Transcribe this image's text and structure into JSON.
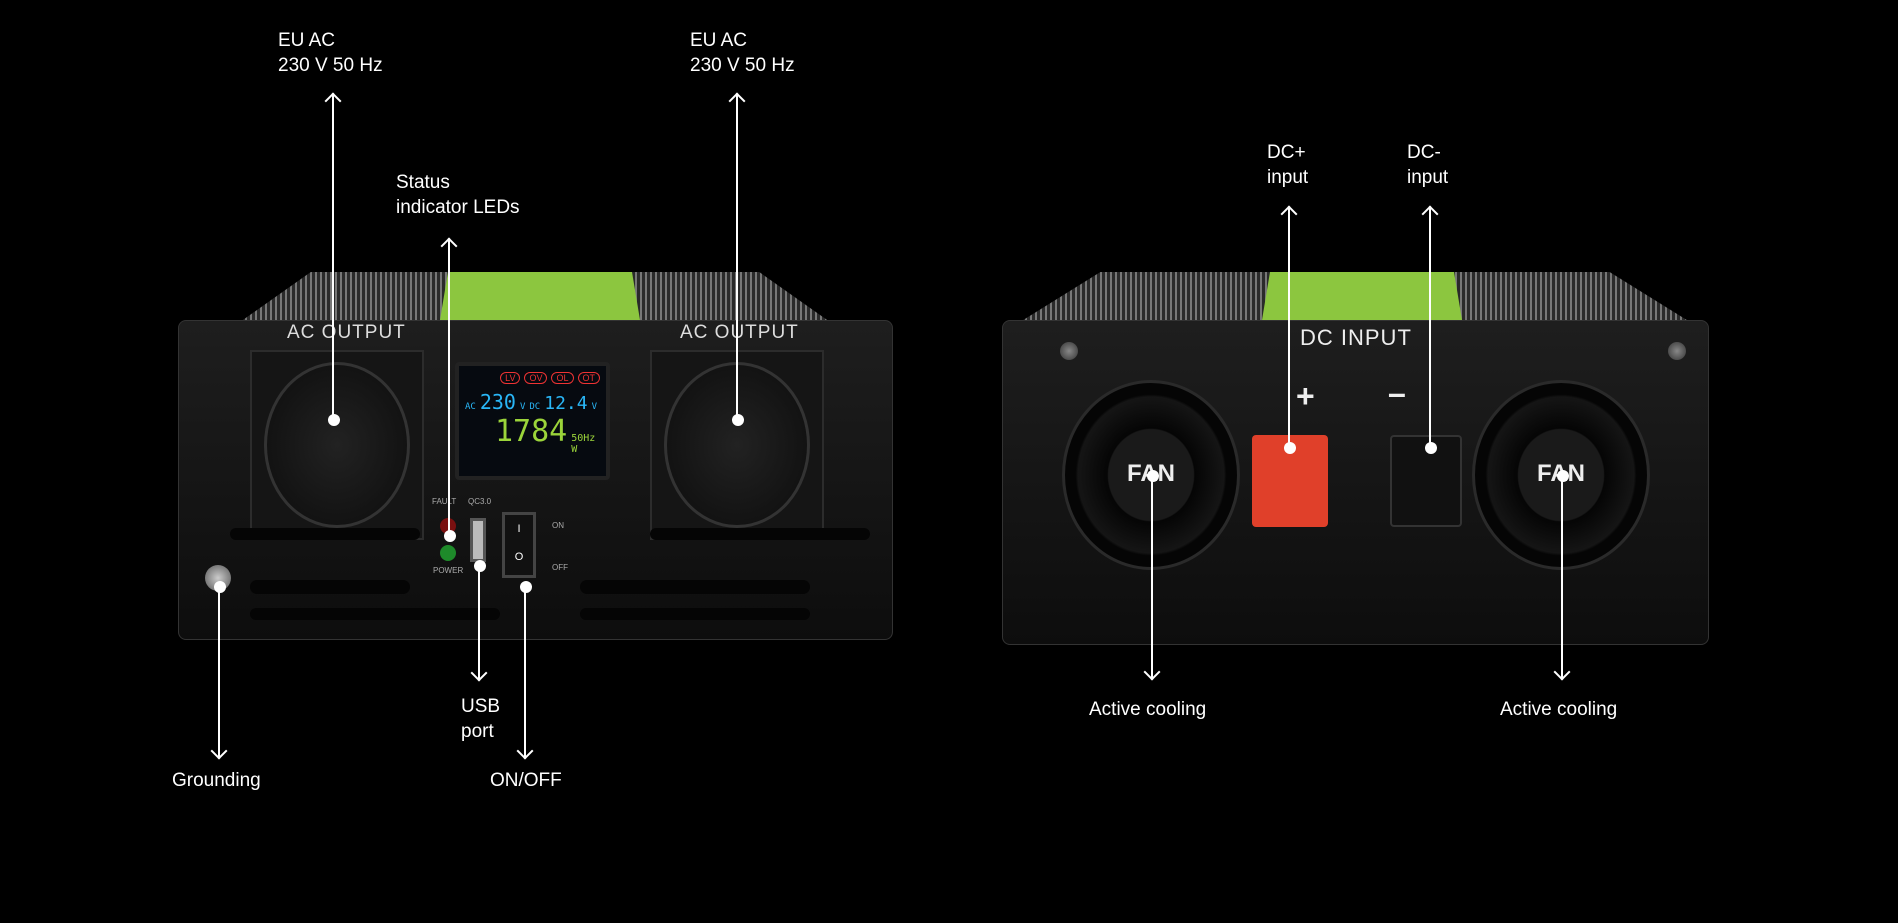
{
  "callouts": {
    "eu_ac_left": {
      "line1": "EU AC",
      "line2": "230 V 50 Hz"
    },
    "eu_ac_right": {
      "line1": "EU AC",
      "line2": "230 V 50 Hz"
    },
    "status_leds": {
      "line1": "Status",
      "line2": "indicator LEDs"
    },
    "usb": {
      "line1": "USB",
      "line2": "port"
    },
    "grounding": "Grounding",
    "on_off": "ON/OFF",
    "dc_plus": {
      "line1": "DC+",
      "line2": "input"
    },
    "dc_minus": {
      "line1": "DC-",
      "line2": "input"
    },
    "cooling_left": "Active cooling",
    "cooling_right": "Active cooling"
  },
  "front_panel": {
    "ac_output_left": "AC OUTPUT",
    "ac_output_right": "AC OUTPUT",
    "lcd": {
      "tags": [
        "LV",
        "OV",
        "OL",
        "OT"
      ],
      "ac_label": "AC",
      "ac_value": "230",
      "ac_unit": "V",
      "dc_label": "DC",
      "dc_value": "12.4",
      "dc_unit": "V",
      "power": "1784",
      "freq": "50Hz",
      "power_unit": "W"
    },
    "fault": "FAULT",
    "power_led": "POWER",
    "usb": "QC3.0",
    "switch_on": "ON",
    "switch_off": "OFF",
    "switch_i": "I",
    "switch_o": "O"
  },
  "rear_panel": {
    "title": "DC INPUT",
    "plus": "+",
    "minus": "–",
    "fan_left": "FAN",
    "fan_right": "FAN"
  }
}
